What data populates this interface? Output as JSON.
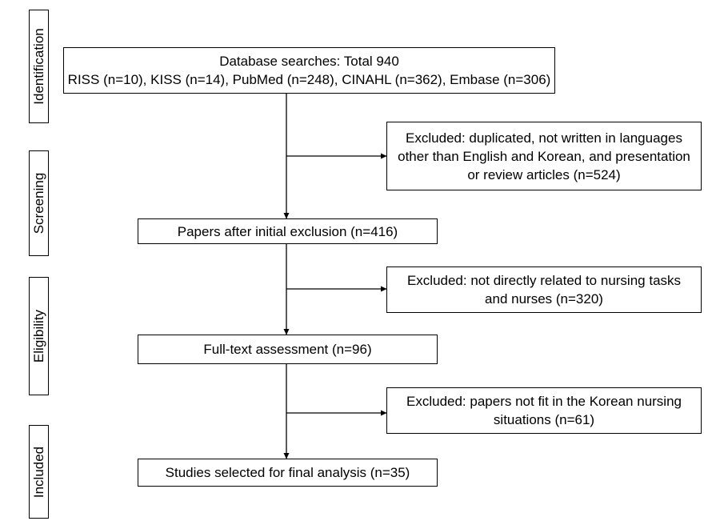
{
  "stages": {
    "identification": "Identification",
    "screening": "Screening",
    "eligibility": "Eligibility",
    "included": "Included"
  },
  "boxes": {
    "database": {
      "line1": "Database searches: Total 940",
      "line2": "RISS (n=10), KISS (n=14), PubMed (n=248), CINAHL (n=362), Embase (n=306)"
    },
    "excluded_1": {
      "line1": "Excluded: duplicated, not written in languages",
      "line2": "other than English and Korean, and presentation",
      "line3": "or review articles (n=524)"
    },
    "initial_exclusion": "Papers after initial exclusion (n=416)",
    "excluded_2": {
      "line1": "Excluded: not directly related to nursing tasks",
      "line2": "and nurses (n=320)"
    },
    "full_text": "Full-text assessment (n=96)",
    "excluded_3": {
      "line1": "Excluded: papers not fit in the Korean nursing",
      "line2": "situations (n=61)"
    },
    "final": "Studies selected for final analysis (n=35)"
  }
}
